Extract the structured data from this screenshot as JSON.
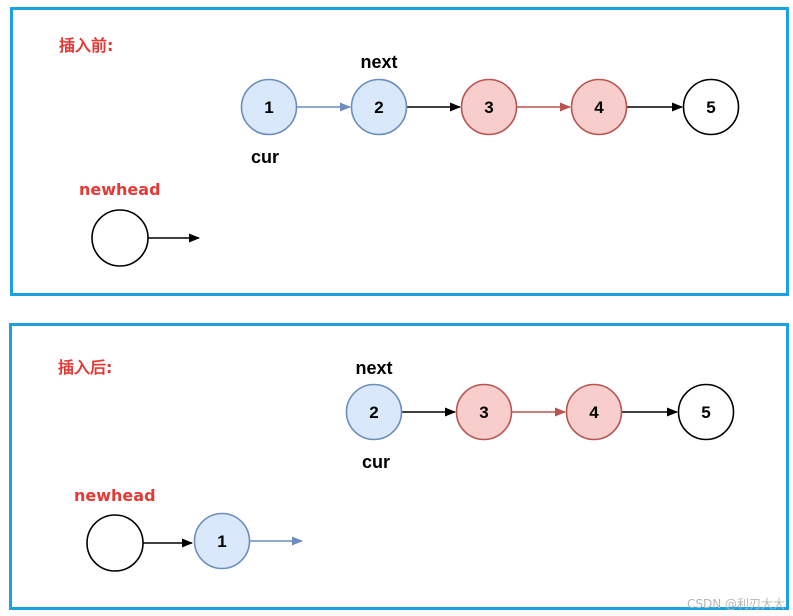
{
  "before": {
    "title": "插入前:",
    "nodes": [
      "1",
      "2",
      "3",
      "4",
      "5"
    ],
    "cur_label": "cur",
    "next_label": "next",
    "newhead_label": "newhead"
  },
  "after": {
    "title": "插入后:",
    "nodes": [
      "2",
      "3",
      "4",
      "5",
      "1"
    ],
    "cur_label": "cur",
    "next_label": "next",
    "newhead_label": "newhead"
  },
  "colors": {
    "border": "#1ba1e2",
    "blue_fill": "#dae8fc",
    "blue_stroke": "#6c8ebf",
    "red_fill": "#f8cecc",
    "red_stroke": "#b85450",
    "label_red": "#e53935"
  },
  "watermark": "CSDN @利刃大大"
}
